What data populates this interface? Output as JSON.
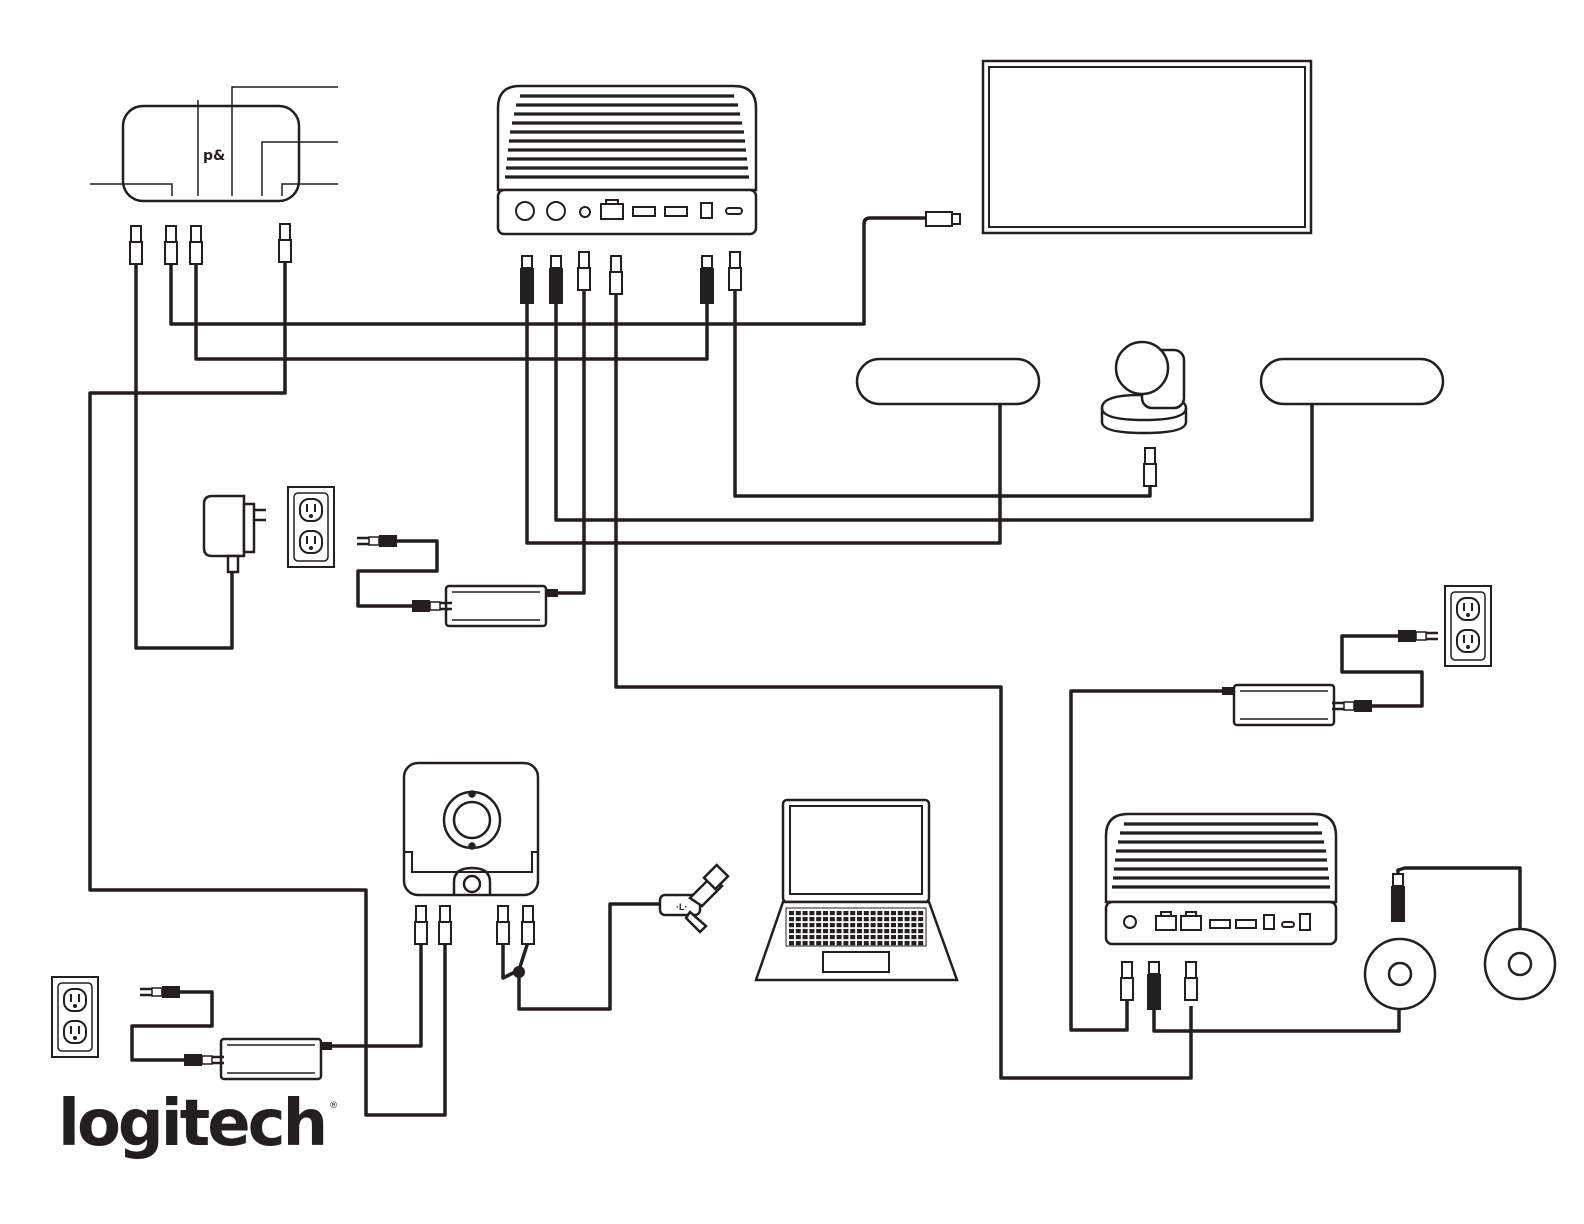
{
  "brand": {
    "logo_text": "logitech",
    "registered_mark": "®"
  },
  "colors": {
    "line": "#231f20",
    "background": "#ffffff"
  },
  "devices": [
    {
      "id": "display-hub",
      "icon": "display-adapter-icon"
    },
    {
      "id": "room-hub-main",
      "icon": "hub-icon"
    },
    {
      "id": "tv-display",
      "icon": "display-icon"
    },
    {
      "id": "speaker-left",
      "icon": "speaker-bar-icon"
    },
    {
      "id": "ptz-camera",
      "icon": "ptz-camera-icon"
    },
    {
      "id": "speaker-right",
      "icon": "speaker-bar-icon"
    },
    {
      "id": "power-adapter",
      "icon": "wall-adapter-icon"
    },
    {
      "id": "power-brick-top",
      "icon": "power-brick-icon"
    },
    {
      "id": "wall-outlet-top",
      "icon": "wall-outlet-icon"
    },
    {
      "id": "share-box",
      "icon": "share-device-icon"
    },
    {
      "id": "usb-multi-adapter",
      "icon": "usb-adapter-icon"
    },
    {
      "id": "laptop",
      "icon": "laptop-icon"
    },
    {
      "id": "wall-outlet-bottom-left",
      "icon": "wall-outlet-icon"
    },
    {
      "id": "power-brick-bottom-left",
      "icon": "power-brick-icon"
    },
    {
      "id": "wall-outlet-right",
      "icon": "wall-outlet-icon"
    },
    {
      "id": "power-brick-right",
      "icon": "power-brick-icon"
    },
    {
      "id": "room-hub-secondary",
      "icon": "hub-icon"
    },
    {
      "id": "mic-pod-1",
      "icon": "microphone-pod-icon"
    },
    {
      "id": "mic-pod-2",
      "icon": "microphone-pod-icon"
    }
  ]
}
